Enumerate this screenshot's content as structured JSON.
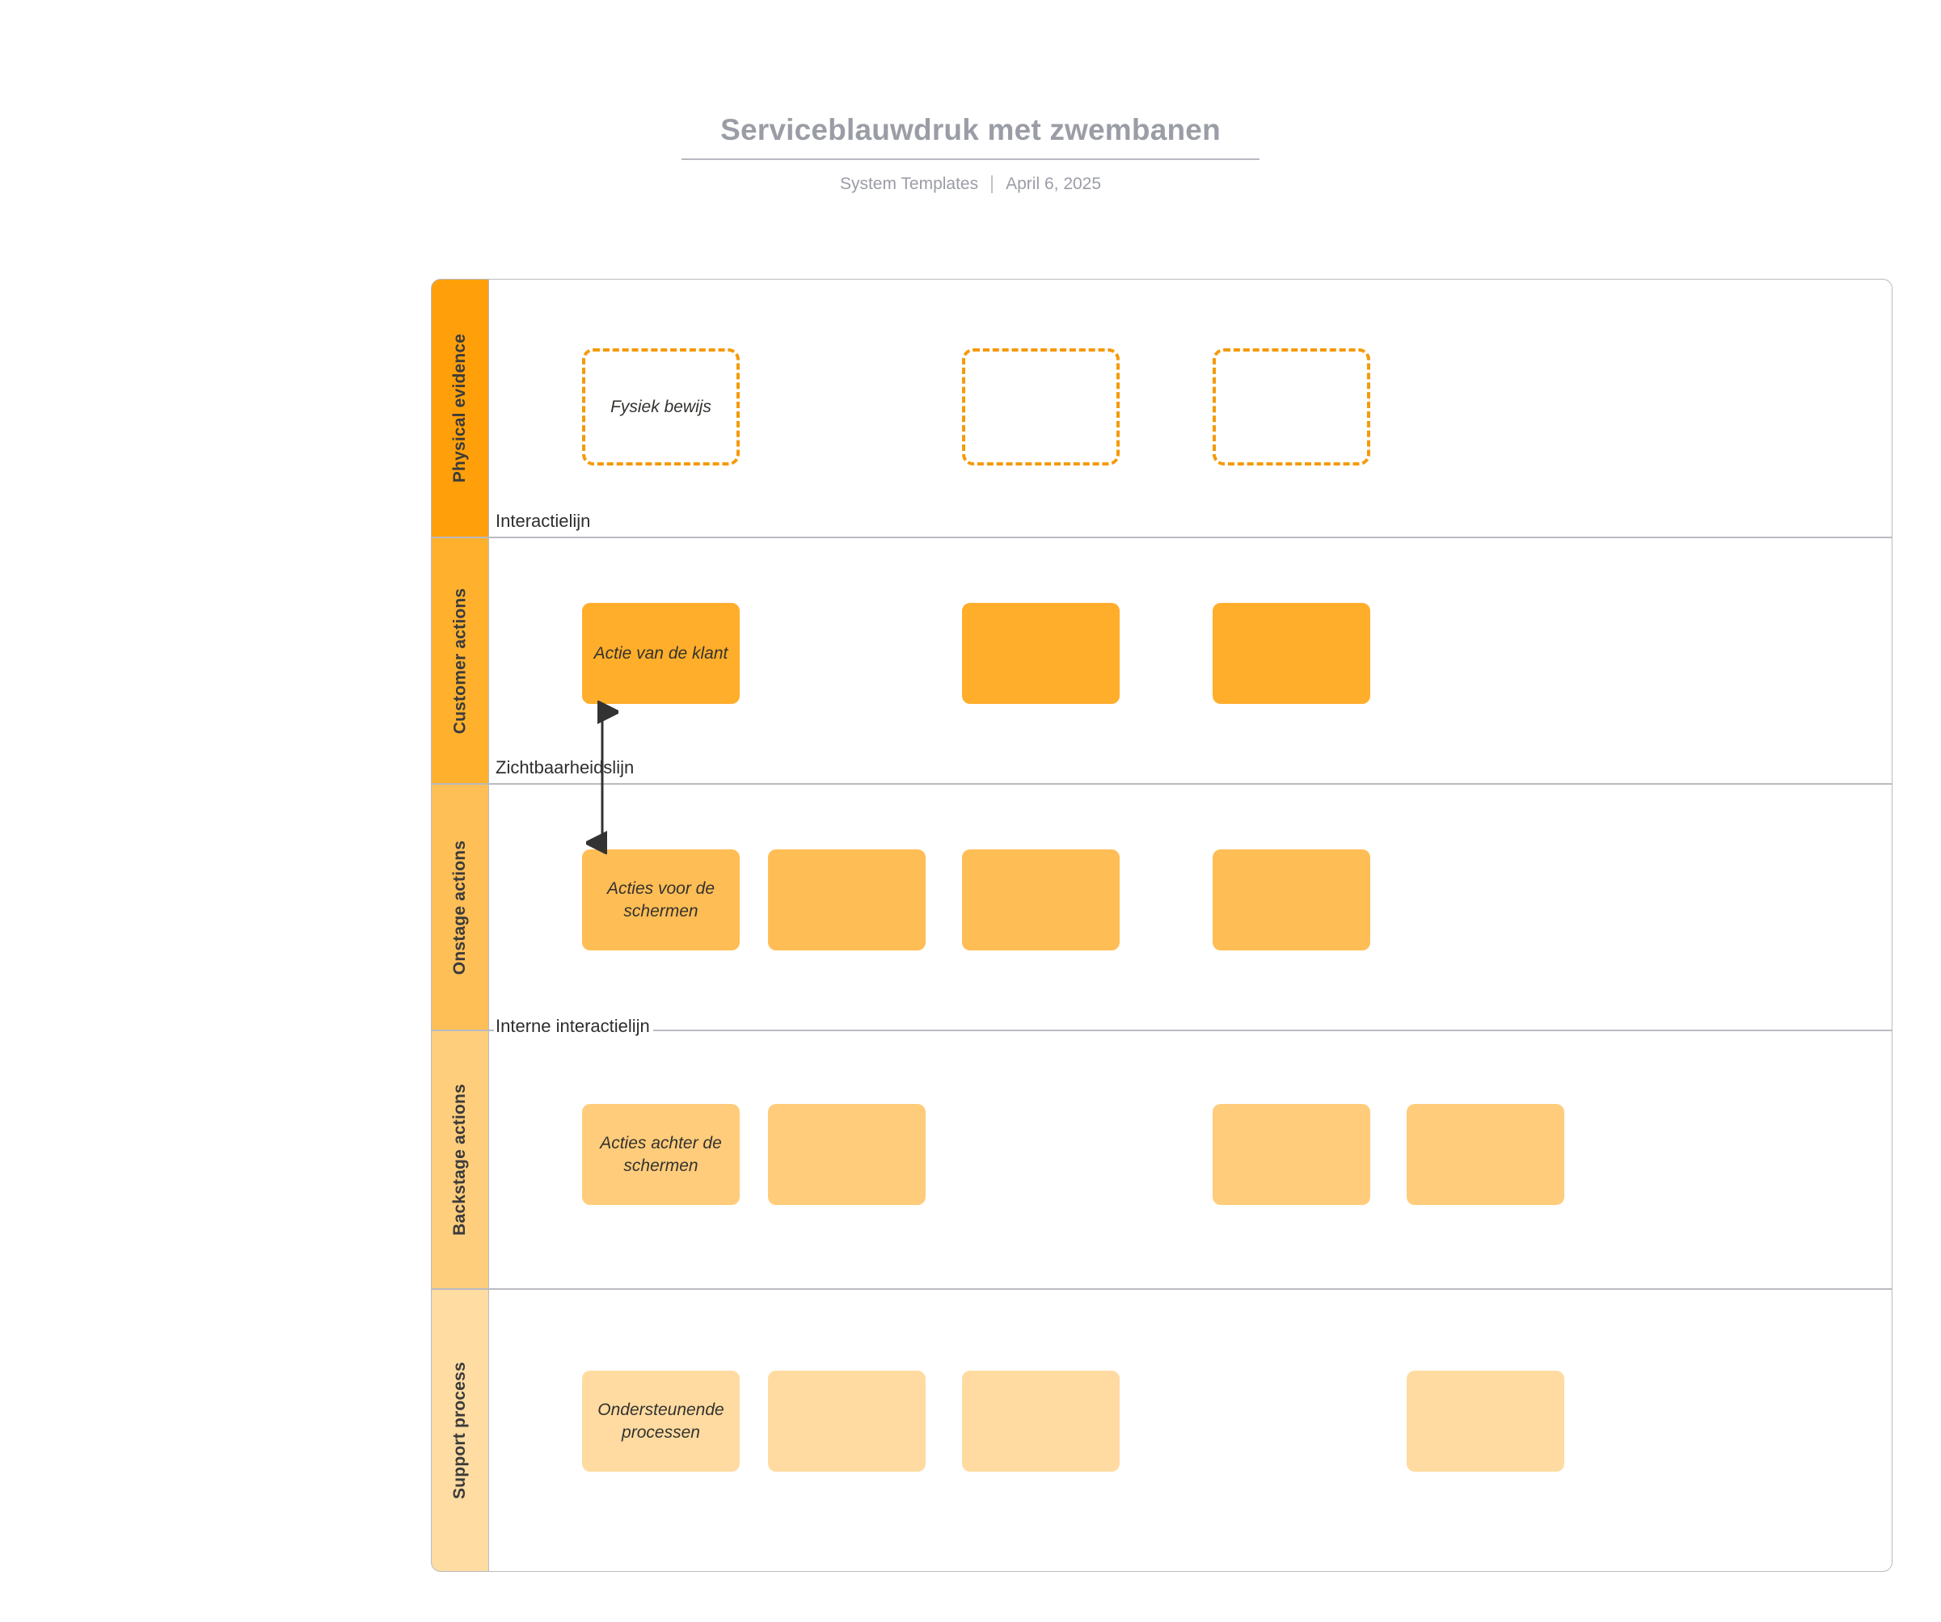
{
  "header": {
    "title": "Serviceblauwdruk met zwembanen",
    "source": "System Templates",
    "date": "April 6, 2025"
  },
  "palette": {
    "lane_physical_evidence": "#FFA00A",
    "lane_customer_actions": "#FFB12E",
    "lane_onstage_actions": "#FFBF57",
    "lane_backstage_actions": "#FFCE7D",
    "lane_support_process": "#FFDCA2",
    "box_customer_actions": "#FFAE2B",
    "box_onstage_actions": "#FFBD55",
    "box_backstage_actions": "#FFCC7B",
    "box_support_process": "#FFDBA1",
    "dashed_border": "#F59A0B",
    "frame_border": "#B9BBC0",
    "title_text": "#9B9DA6",
    "body_text": "#33322F",
    "connector": "#333333"
  },
  "lanes": [
    {
      "id": "physical-evidence",
      "label": "Physical evidence",
      "style": "dashed",
      "boxes": [
        {
          "col": 1,
          "label": "Fysiek bewijs"
        },
        {
          "col": 3,
          "label": ""
        },
        {
          "col": 4,
          "label": ""
        }
      ]
    },
    {
      "id": "customer-actions",
      "label": "Customer actions",
      "style": "filled",
      "boxes": [
        {
          "col": 1,
          "label": "Actie van de klant"
        },
        {
          "col": 3,
          "label": ""
        },
        {
          "col": 4,
          "label": ""
        }
      ]
    },
    {
      "id": "onstage-actions",
      "label": "Onstage actions",
      "style": "filled",
      "boxes": [
        {
          "col": 1,
          "label": "Acties voor de schermen"
        },
        {
          "col": 2,
          "label": ""
        },
        {
          "col": 3,
          "label": ""
        },
        {
          "col": 4,
          "label": ""
        }
      ]
    },
    {
      "id": "backstage-actions",
      "label": "Backstage actions",
      "style": "filled",
      "boxes": [
        {
          "col": 1,
          "label": "Acties achter de schermen"
        },
        {
          "col": 2,
          "label": ""
        },
        {
          "col": 4,
          "label": ""
        },
        {
          "col": 5,
          "label": ""
        }
      ]
    },
    {
      "id": "support-process",
      "label": "Support process",
      "style": "filled",
      "boxes": [
        {
          "col": 1,
          "label": "Ondersteunende processen"
        },
        {
          "col": 2,
          "label": ""
        },
        {
          "col": 3,
          "label": ""
        },
        {
          "col": 5,
          "label": ""
        }
      ]
    }
  ],
  "dividers": [
    {
      "id": "interaction-line",
      "label": "Interactielijn"
    },
    {
      "id": "visibility-line",
      "label": "Zichtbaarheidslijn"
    },
    {
      "id": "internal-interaction-line",
      "label": "Interne interactielijn"
    }
  ],
  "connector": {
    "id": "customer-to-onstage",
    "type": "double-headed-vertical-arrow"
  }
}
